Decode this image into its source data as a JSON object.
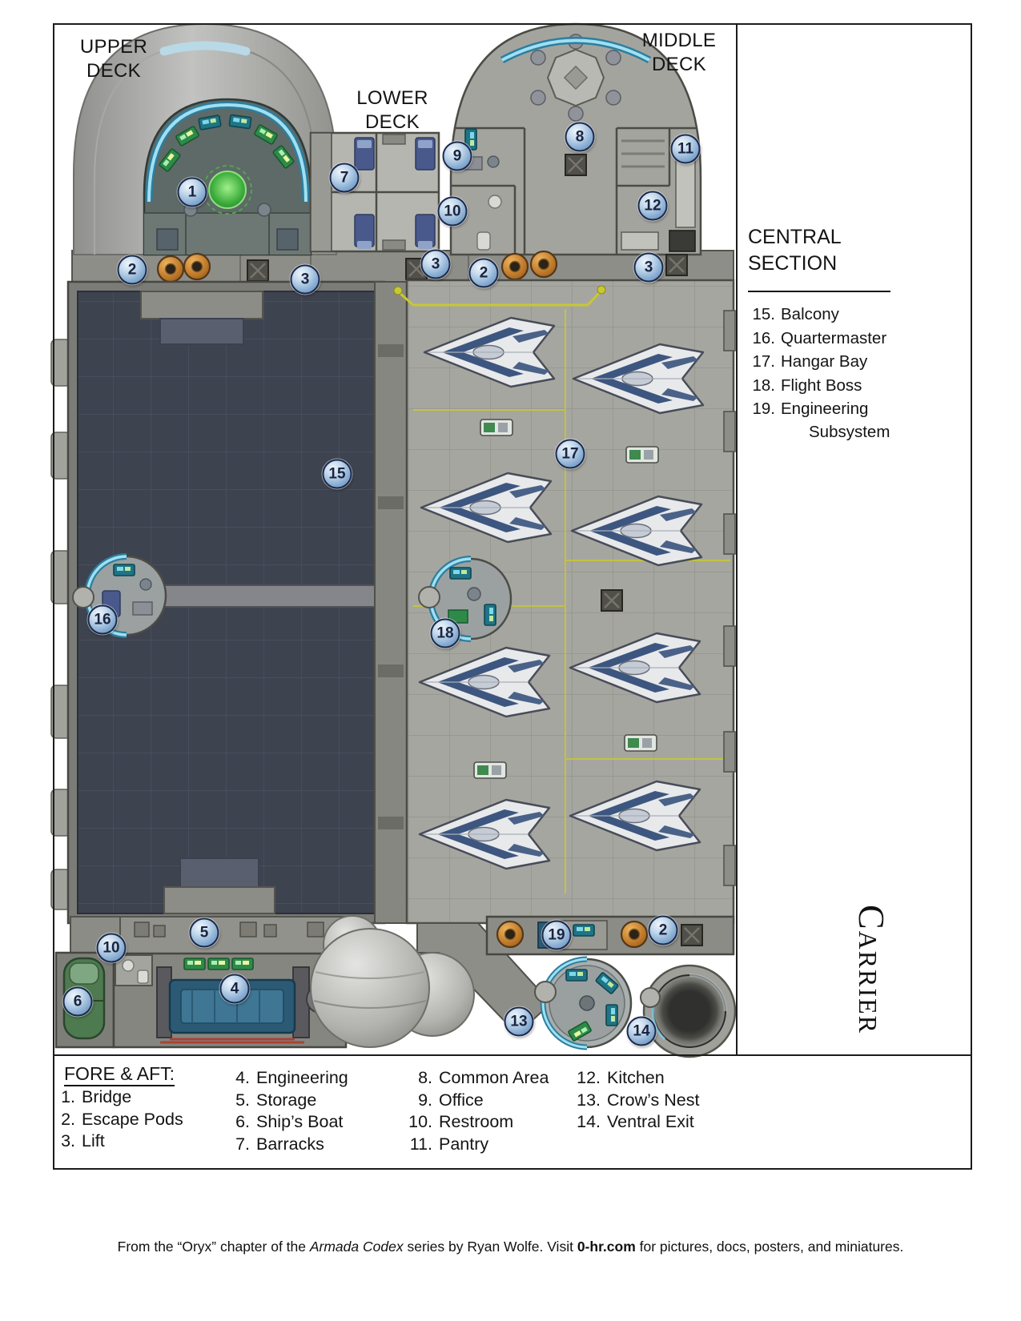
{
  "deck_labels": {
    "upper": "UPPER DECK",
    "lower": "LOWER DECK",
    "middle": "MIDDLE DECK"
  },
  "central_section": {
    "title": "CENTRAL SECTION",
    "items": [
      {
        "num": "15.",
        "label": "Balcony"
      },
      {
        "num": "16.",
        "label": "Quartermaster"
      },
      {
        "num": "17.",
        "label": "Hangar Bay"
      },
      {
        "num": "18.",
        "label": "Flight Boss"
      },
      {
        "num": "19.",
        "label": "Engineering",
        "label2": "Subsystem"
      }
    ]
  },
  "ship_name": "Carrier",
  "legend": {
    "title": "FORE & AFT:",
    "col1": [
      {
        "num": "1.",
        "label": "Bridge"
      },
      {
        "num": "2.",
        "label": "Escape Pods"
      },
      {
        "num": "3.",
        "label": "Lift"
      }
    ],
    "col2": [
      {
        "num": "4.",
        "label": "Engineering"
      },
      {
        "num": "5.",
        "label": "Storage"
      },
      {
        "num": "6.",
        "label": "Ship’s Boat"
      },
      {
        "num": "7.",
        "label": "Barracks"
      }
    ],
    "col3": [
      {
        "num": "8.",
        "label": "Common Area"
      },
      {
        "num": "9.",
        "label": "Office"
      },
      {
        "num": "10.",
        "label": "Restroom"
      },
      {
        "num": "11.",
        "label": "Pantry"
      }
    ],
    "col4": [
      {
        "num": "12.",
        "label": "Kitchen"
      },
      {
        "num": "13.",
        "label": "Crow’s Nest"
      },
      {
        "num": "14.",
        "label": "Ventral Exit"
      }
    ]
  },
  "badges": [
    "1",
    "2",
    "3",
    "7",
    "3",
    "2",
    "9",
    "10",
    "8",
    "11",
    "12",
    "3",
    "15",
    "16",
    "17",
    "18",
    "19",
    "2",
    "10",
    "5",
    "6",
    "4",
    "13",
    "14"
  ],
  "footer": {
    "seg1": "From the “Oryx” chapter of the ",
    "seg2": "Armada Codex",
    "seg3": " series by Ryan Wolfe.  Visit ",
    "seg4": "0-hr.com",
    "seg5": " for pictures, docs, posters, and miniatures."
  },
  "colors": {
    "badge_blue": "#8cb0d4",
    "badge_border_navy": "#1c2a4c",
    "viewport_cyan": "#7fd0ea",
    "escape_pod_orange": "#c0762a",
    "hangar_line_yellow": "#c8c832",
    "fighter_stripe_blue": "#3d5680"
  }
}
